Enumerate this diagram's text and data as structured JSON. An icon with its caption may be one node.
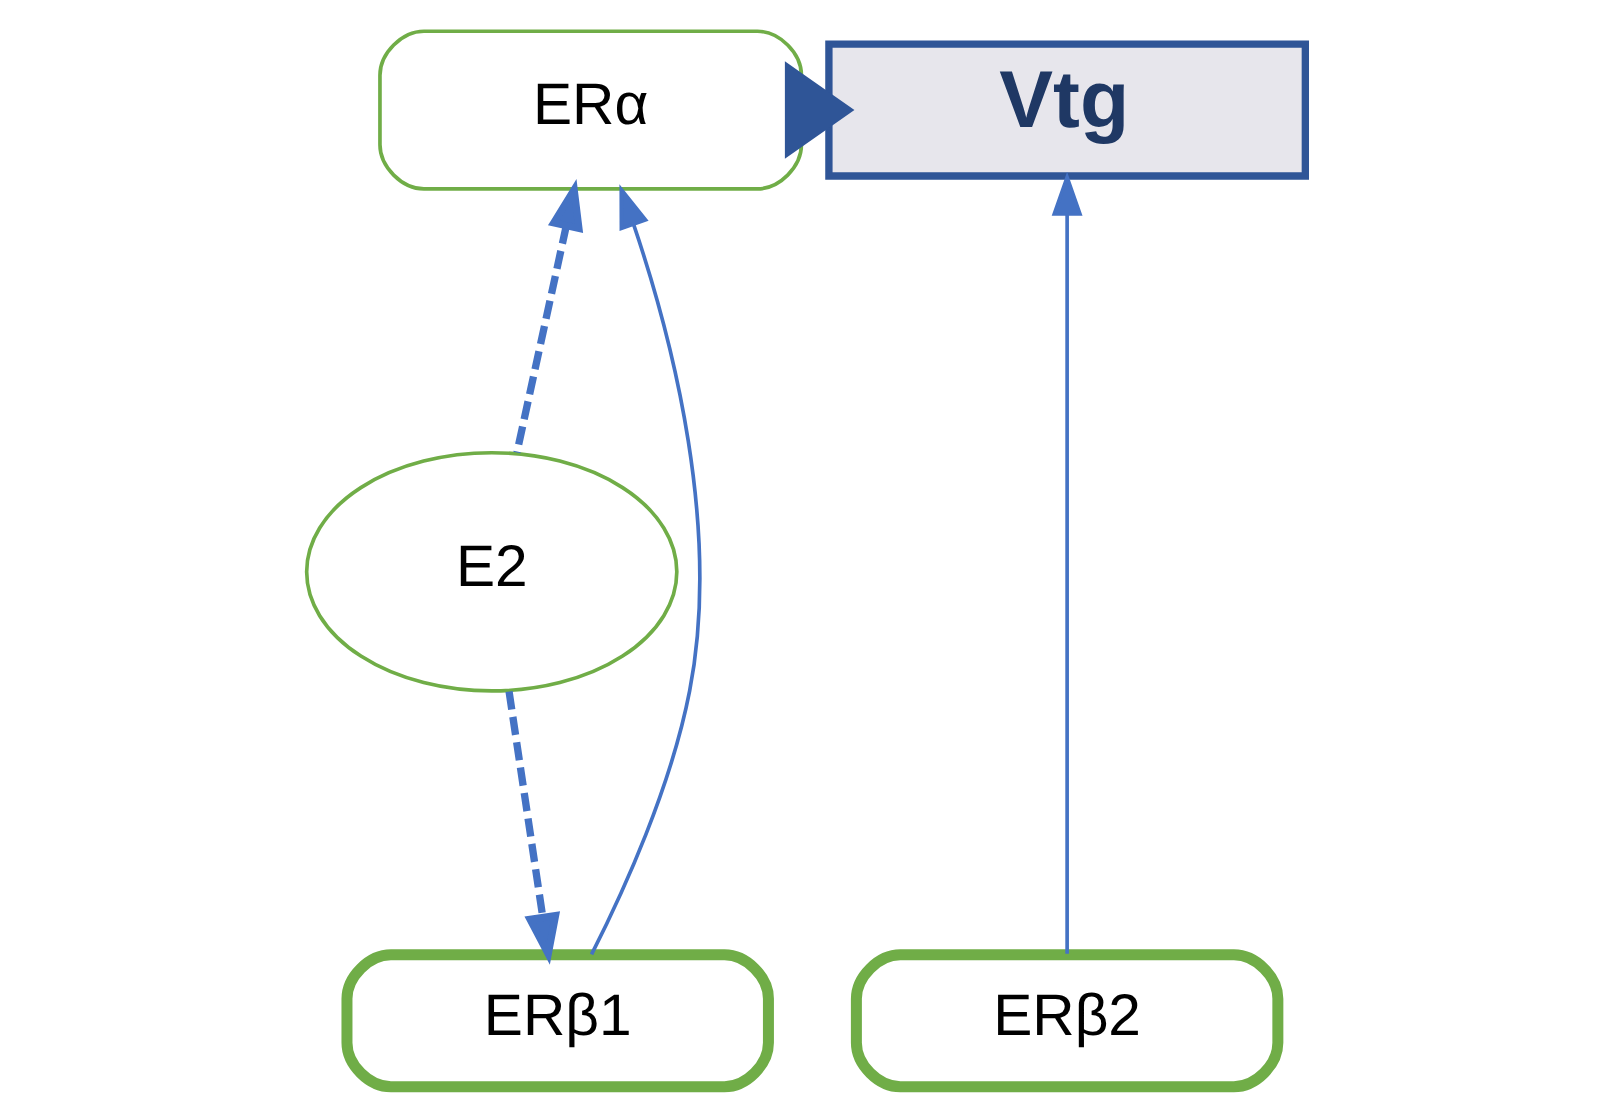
{
  "diagram": {
    "nodes": [
      {
        "text": [
          "E2"
        ]
      },
      {
        "text": [
          "ERα"
        ]
      },
      {
        "text": [
          "Vtg"
        ]
      },
      {
        "text": [
          "ERβ1"
        ]
      },
      {
        "text": [
          "ERβ2"
        ]
      }
    ],
    "edges": [
      {
        "from": 0,
        "to": 1,
        "arrow": "to",
        "style": "dashed"
      },
      {
        "from": 0,
        "to": 3,
        "arrow": "to",
        "style": "dashed"
      },
      {
        "from": 3,
        "to": 1,
        "arrow": "to"
      },
      {
        "from": 4,
        "to": 2,
        "arrow": "to"
      },
      {
        "from": 1,
        "to": 2,
        "arrow": "to",
        "style": "thick",
        "color": "#2f5597"
      }
    ]
  }
}
